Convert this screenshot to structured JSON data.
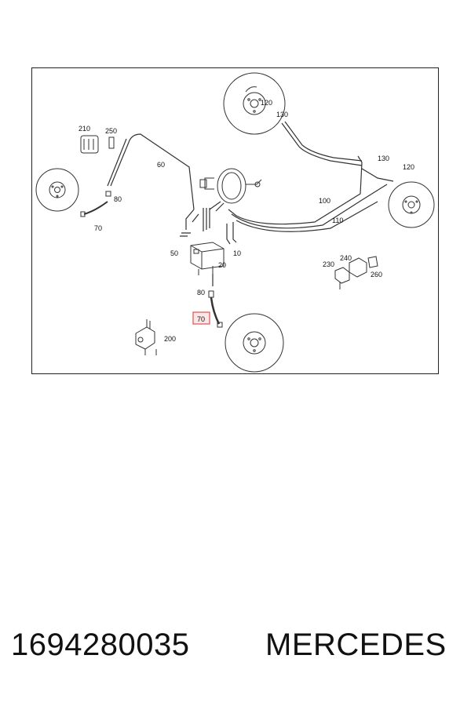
{
  "diagram": {
    "labels": [
      {
        "id": "120a",
        "text": "120"
      },
      {
        "id": "130a",
        "text": "130"
      },
      {
        "id": "210",
        "text": "210"
      },
      {
        "id": "250",
        "text": "250"
      },
      {
        "id": "60",
        "text": "60"
      },
      {
        "id": "130b",
        "text": "130"
      },
      {
        "id": "120b",
        "text": "120"
      },
      {
        "id": "80a",
        "text": "80"
      },
      {
        "id": "70a",
        "text": "70"
      },
      {
        "id": "100",
        "text": "100"
      },
      {
        "id": "110",
        "text": "110"
      },
      {
        "id": "50",
        "text": "50"
      },
      {
        "id": "10",
        "text": "10"
      },
      {
        "id": "20",
        "text": "20"
      },
      {
        "id": "230",
        "text": "230"
      },
      {
        "id": "240",
        "text": "240"
      },
      {
        "id": "260",
        "text": "260"
      },
      {
        "id": "80b",
        "text": "80"
      },
      {
        "id": "70b",
        "text": "70"
      },
      {
        "id": "200",
        "text": "200"
      }
    ],
    "highlight_color": "#e05050"
  },
  "footer": {
    "part_number": "1694280035",
    "brand": "MERCEDES"
  }
}
